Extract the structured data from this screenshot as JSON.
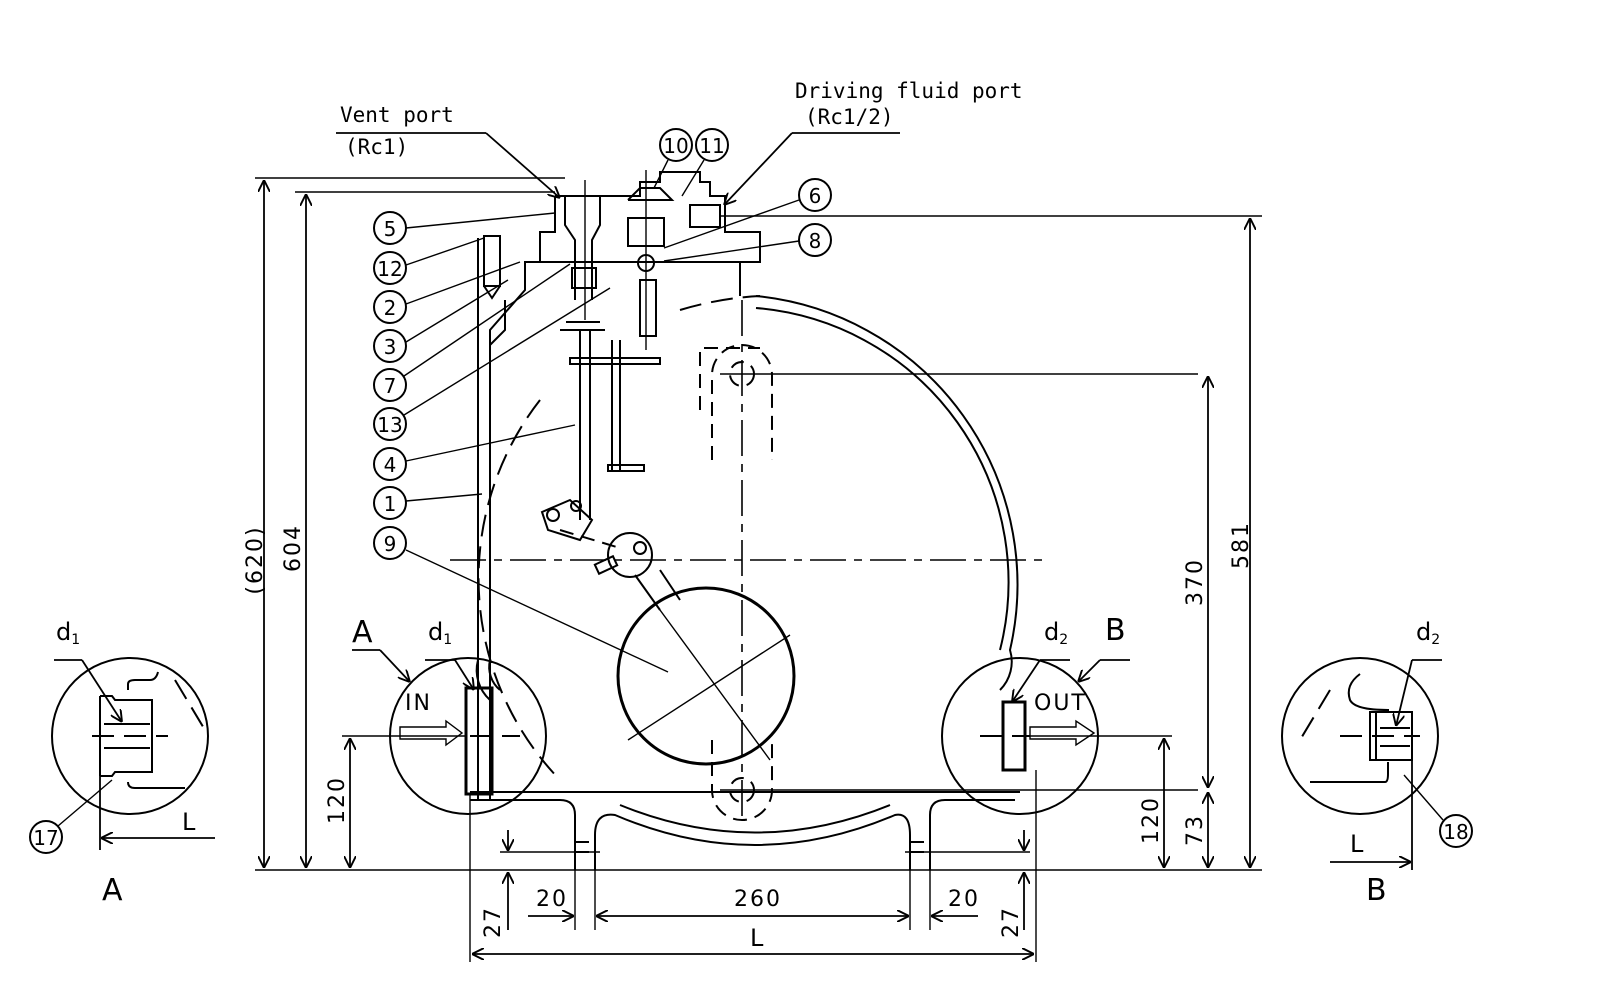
{
  "drawing": {
    "title": "Pump trap sectional assembly drawing",
    "port_labels": {
      "vent_port": "Vent port",
      "vent_port_size": "(Rc1)",
      "driving_fluid_port": "Driving fluid port",
      "driving_fluid_port_size": "(Rc1/2)"
    },
    "flow_labels": {
      "inlet": "IN",
      "outlet": "OUT"
    },
    "detail_labels": {
      "detail_a": "A",
      "detail_b": "B"
    },
    "connection_labels": {
      "d1": "d",
      "d1_sub": "1",
      "d2": "d",
      "d2_sub": "2",
      "length": "L"
    },
    "part_balloons": [
      "1",
      "2",
      "3",
      "4",
      "5",
      "6",
      "7",
      "8",
      "9",
      "10",
      "11",
      "12",
      "13",
      "17",
      "18"
    ],
    "dimensions": {
      "overall_height_ref": "(620)",
      "height_604": "604",
      "height_581": "581",
      "height_370": "370",
      "height_73": "73",
      "inlet_height": "120",
      "outlet_height": "120",
      "foot_left_height": "27",
      "foot_right_height": "27",
      "foot_left_width": "20",
      "foot_right_width": "20",
      "foot_spacing": "260",
      "overall_length": "L"
    }
  }
}
